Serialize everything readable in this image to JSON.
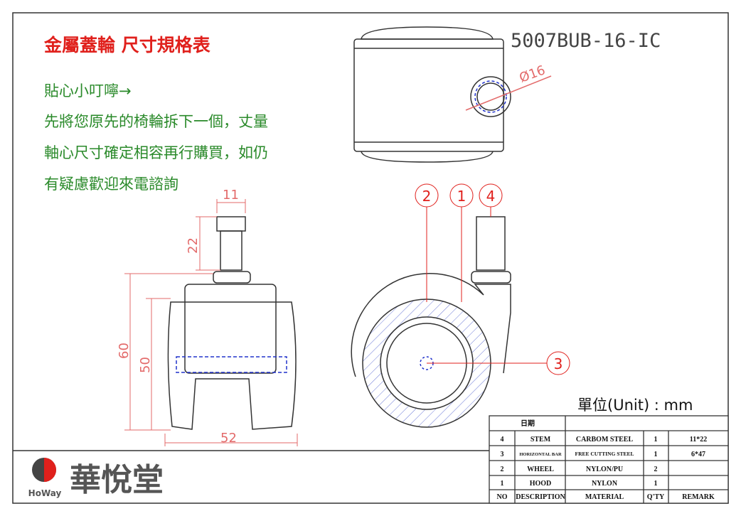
{
  "title": "金屬蓋輪  尺寸規格表",
  "model": "5007BUB-16-IC",
  "note": {
    "lines": [
      "貼心小叮嚀→",
      "先將您原先的椅輪拆下一個，丈量",
      "軸心尺寸確定相容再行購買，如仍",
      "有疑慮歡迎來電諮詢"
    ]
  },
  "dimensions": {
    "diameter": "Ø16",
    "stem_width": "11",
    "stem_height": "22",
    "total_height": "60",
    "wheel_height": "50",
    "width": "52"
  },
  "callouts": [
    "2",
    "1",
    "4",
    "3"
  ],
  "unit": "單位(Unit) : mm",
  "brand": {
    "name": "華悅堂",
    "logo_text": "HoWay"
  },
  "table": {
    "date_label": "日期",
    "headers": [
      "NO",
      "DESCRIPTION",
      "MATERIAL",
      "Q'TY",
      "REMARK"
    ],
    "rows": [
      [
        "4",
        "STEM",
        "CARBOM STEEL",
        "1",
        "11*22"
      ],
      [
        "3",
        "HORIZONTAL BAR",
        "FREE CUTTING STEEL",
        "1",
        "6*47"
      ],
      [
        "2",
        "WHEEL",
        "NYLON/PU",
        "2",
        ""
      ],
      [
        "1",
        "HOOD",
        "NYLON",
        "1",
        ""
      ]
    ]
  },
  "colors": {
    "red": "#e0201c",
    "dim": "#e36a6a",
    "note": "#2a8a2a",
    "line": "#333333",
    "hidden": "#2233cc"
  }
}
